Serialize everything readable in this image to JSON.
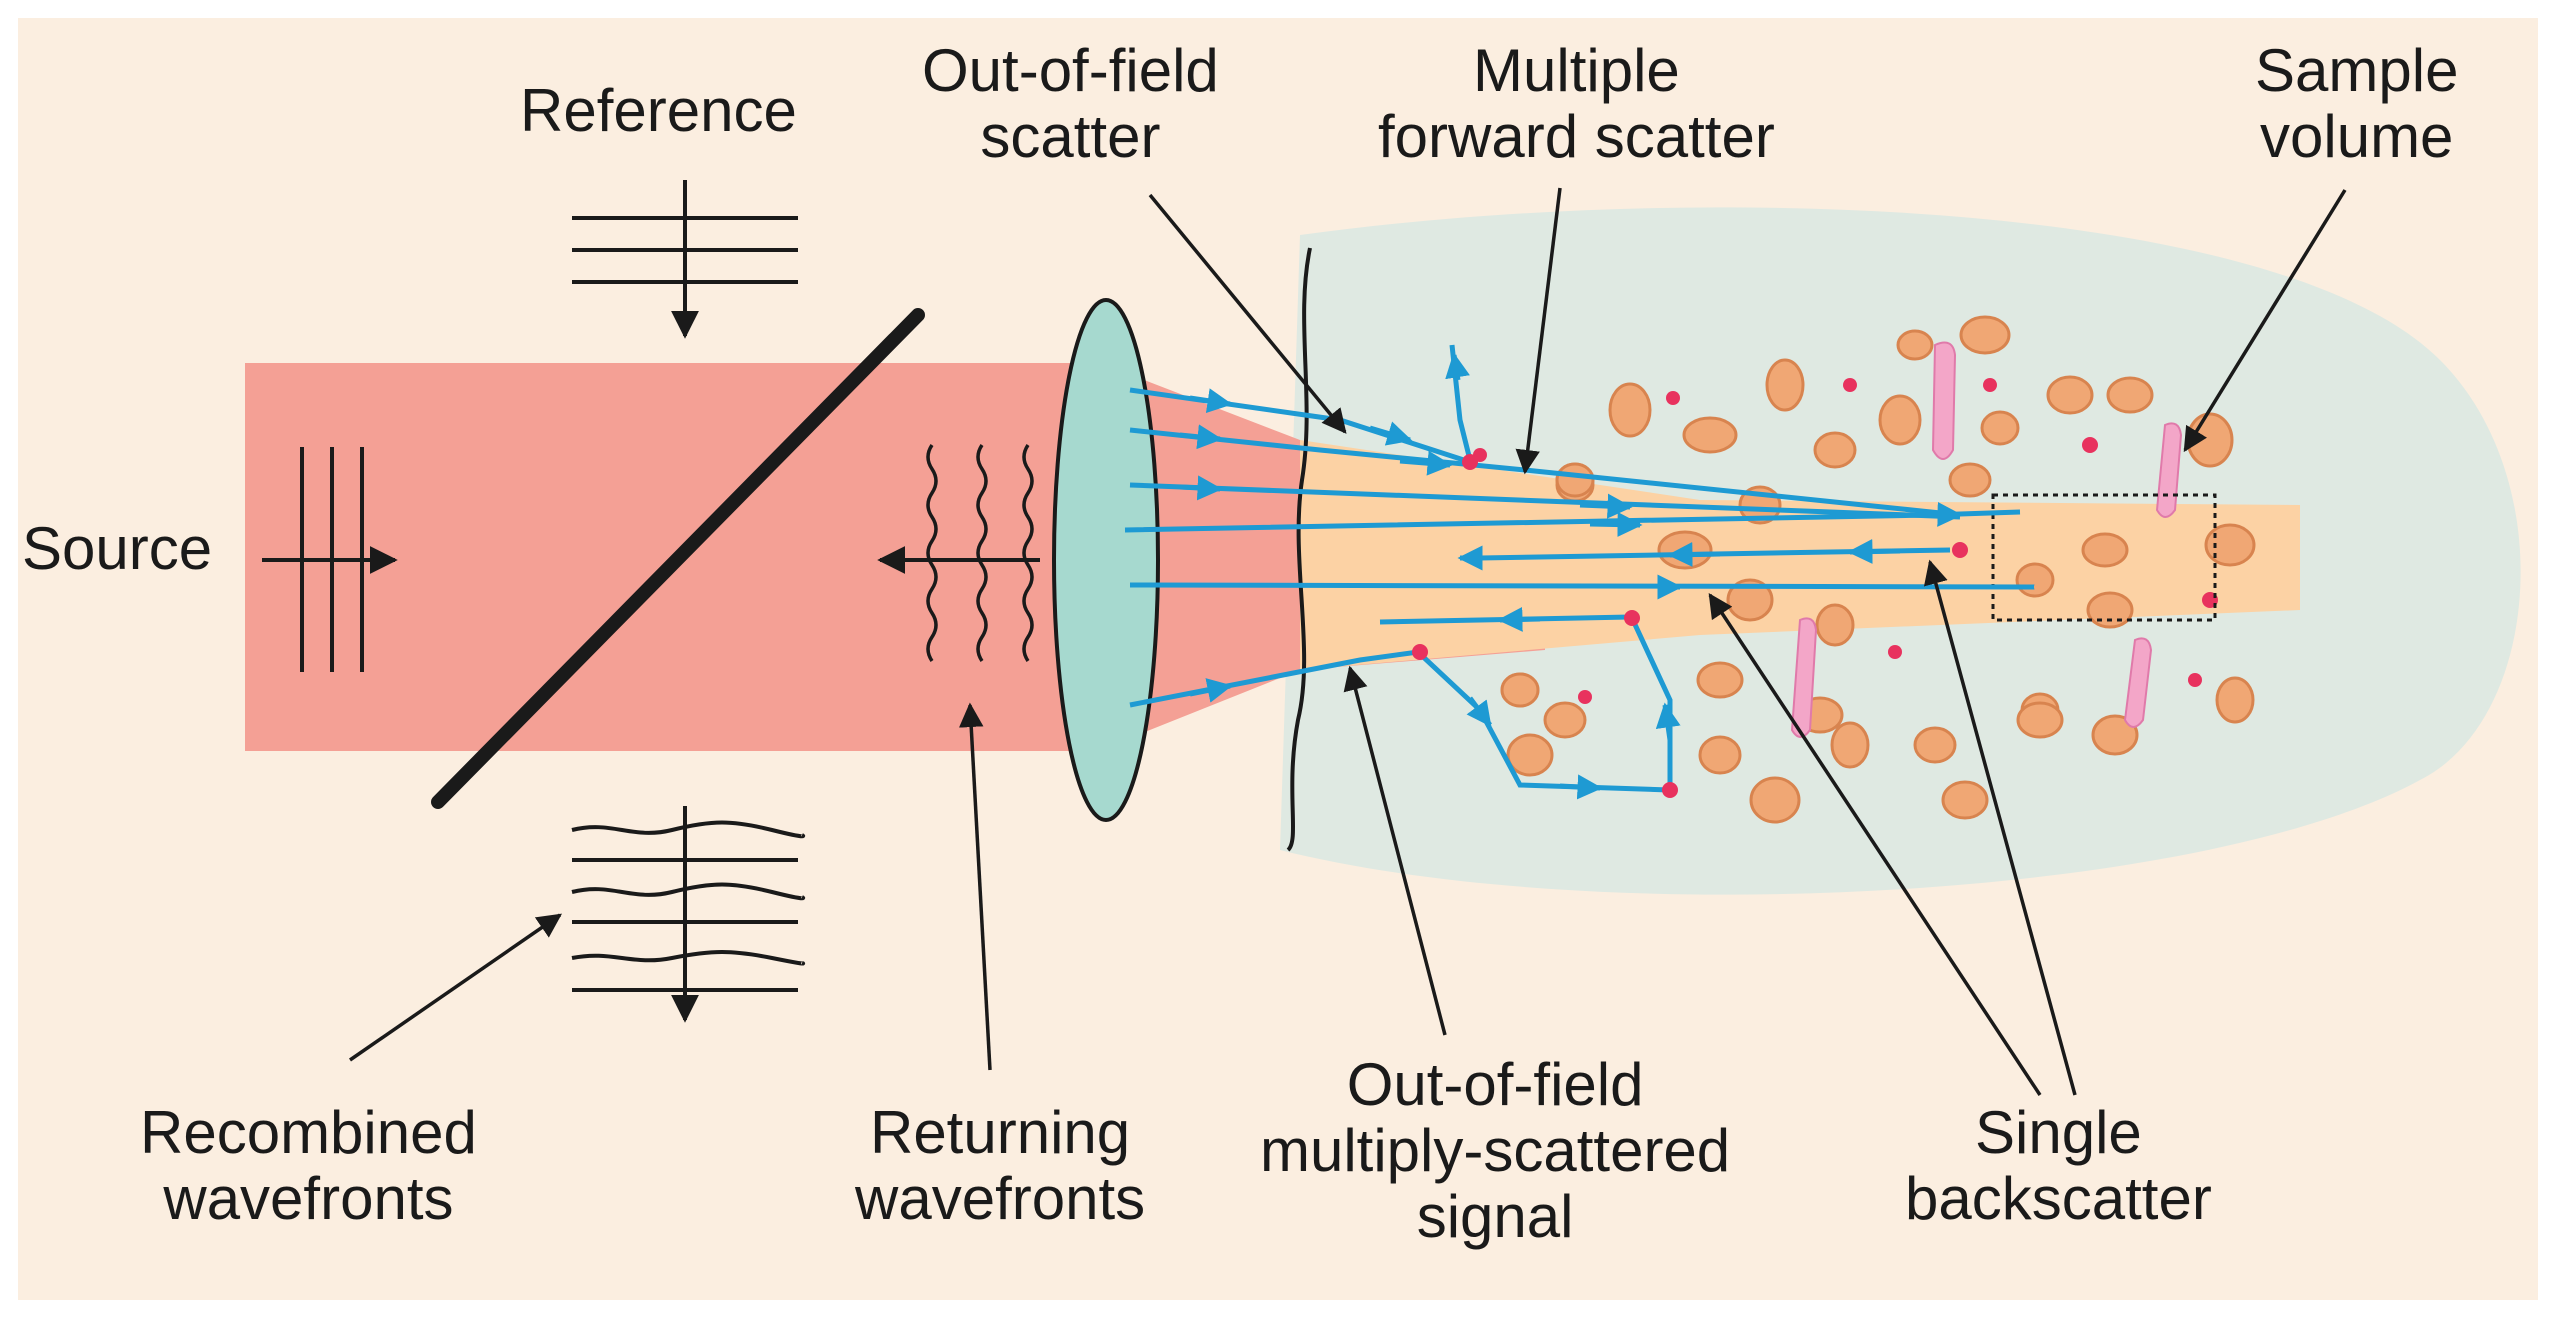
{
  "labels": {
    "reference": "Reference",
    "source": "Source",
    "recombined": [
      "Recombined",
      "wavefronts"
    ],
    "returning": [
      "Returning",
      "wavefronts"
    ],
    "out_of_field_scatter": [
      "Out-of-field",
      "scatter"
    ],
    "multiple_forward_scatter": [
      "Multiple",
      "forward scatter"
    ],
    "sample_volume": [
      "Sample",
      "volume"
    ],
    "out_of_field_signal": [
      "Out-of-field",
      "multiply-scattered",
      "signal"
    ],
    "single_backscatter": [
      "Single",
      "backscatter"
    ]
  },
  "colors": {
    "background": "#fbeee0",
    "beam": "#f4a095",
    "tissue": "#dfe9e2",
    "focus_cone": "#fcd2a4",
    "lens": "#a6d9cf",
    "ray": "#1e9ad3",
    "cell": "#f0a774",
    "cell_outline": "#d8844f",
    "dot": "#e8325e",
    "fiber": "#f3a6c8",
    "ink": "#1a1a1a"
  }
}
